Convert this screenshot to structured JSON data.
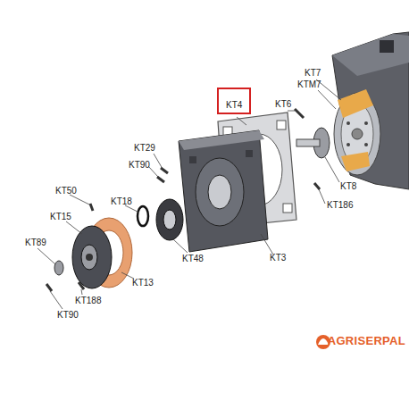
{
  "diagram": {
    "nodes": [
      {
        "text": [
          "KT4"
        ]
      }
    ],
    "labels": [
      "KT7",
      "KTM7",
      "KT6",
      "KT29",
      "KT90",
      "KT8",
      "KT186",
      "KT50",
      "KT18",
      "KT15",
      "KT89",
      "KT48",
      "KT3",
      "KT13",
      "KT188",
      "KT90",
      "AGRISERPAL"
    ]
  }
}
